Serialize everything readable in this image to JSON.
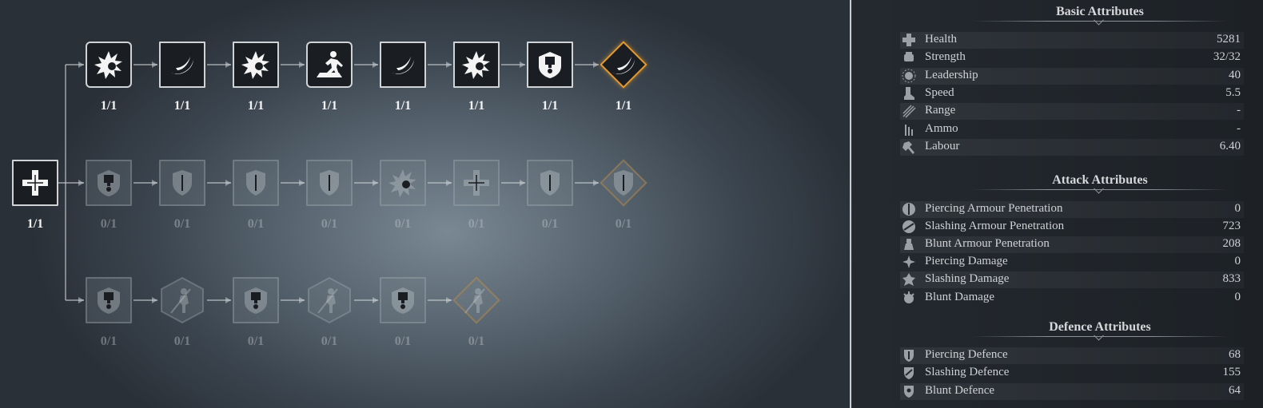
{
  "tree": {
    "root": {
      "count": "1/1",
      "icon": "cross-emblem-icon"
    },
    "rows": [
      {
        "nodes": [
          {
            "shape": "rounded",
            "icon": "spiked-impact-icon",
            "count": "1/1"
          },
          {
            "shape": "square",
            "icon": "slash-arc-icon",
            "count": "1/1"
          },
          {
            "shape": "square",
            "icon": "spiked-impact-icon",
            "count": "1/1"
          },
          {
            "shape": "rounded",
            "icon": "sprinting-figure-icon",
            "count": "1/1"
          },
          {
            "shape": "square",
            "icon": "slash-arc-icon",
            "count": "1/1"
          },
          {
            "shape": "square",
            "icon": "spiked-impact-icon",
            "count": "1/1"
          },
          {
            "shape": "square",
            "icon": "helmeted-soldier-icon",
            "count": "1/1"
          },
          {
            "shape": "diamond",
            "icon": "slash-arc-icon",
            "count": "1/1"
          }
        ]
      },
      {
        "nodes": [
          {
            "shape": "square",
            "icon": "helmeted-soldier-icon",
            "count": "0/1"
          },
          {
            "shape": "square",
            "icon": "shield-icon",
            "count": "0/1"
          },
          {
            "shape": "square",
            "icon": "shield-icon",
            "count": "0/1"
          },
          {
            "shape": "square",
            "icon": "shield-icon",
            "count": "0/1"
          },
          {
            "shape": "square",
            "icon": "spiked-impact-icon",
            "count": "0/1"
          },
          {
            "shape": "square",
            "icon": "cross-emblem-icon",
            "count": "0/1"
          },
          {
            "shape": "square",
            "icon": "shield-icon",
            "count": "0/1"
          },
          {
            "shape": "diamond",
            "icon": "shield-icon",
            "count": "0/1"
          }
        ]
      },
      {
        "nodes": [
          {
            "shape": "square",
            "icon": "helmeted-soldier-icon",
            "count": "0/1"
          },
          {
            "shape": "hexagon",
            "icon": "spearman-icon",
            "count": "0/1"
          },
          {
            "shape": "square",
            "icon": "helmeted-soldier-icon",
            "count": "0/1"
          },
          {
            "shape": "hexagon",
            "icon": "spearman-icon",
            "count": "0/1"
          },
          {
            "shape": "square",
            "icon": "helmeted-soldier-icon",
            "count": "0/1"
          },
          {
            "shape": "diamond",
            "icon": "spearman-icon",
            "count": "0/1"
          }
        ]
      }
    ]
  },
  "attributes": {
    "basic": {
      "title": "Basic Attributes",
      "rows": [
        {
          "icon": "health-cross-icon",
          "label": "Health",
          "value": "5281"
        },
        {
          "icon": "strength-fist-icon",
          "label": "Strength",
          "value": "32/32"
        },
        {
          "icon": "leadership-sun-icon",
          "label": "Leadership",
          "value": "40"
        },
        {
          "icon": "speed-boot-icon",
          "label": "Speed",
          "value": "5.5"
        },
        {
          "icon": "range-arrows-icon",
          "label": "Range",
          "value": "-"
        },
        {
          "icon": "ammo-bars-icon",
          "label": "Ammo",
          "value": "-"
        },
        {
          "icon": "labour-hammer-icon",
          "label": "Labour",
          "value": "6.40"
        }
      ]
    },
    "attack": {
      "title": "Attack Attributes",
      "rows": [
        {
          "icon": "piercing-penetration-icon",
          "label": "Piercing Armour Penetration",
          "value": "0"
        },
        {
          "icon": "slashing-penetration-icon",
          "label": "Slashing Armour Penetration",
          "value": "723"
        },
        {
          "icon": "blunt-penetration-icon",
          "label": "Blunt Armour Penetration",
          "value": "208"
        },
        {
          "icon": "piercing-damage-icon",
          "label": "Piercing Damage",
          "value": "0"
        },
        {
          "icon": "slashing-damage-icon",
          "label": "Slashing Damage",
          "value": "833"
        },
        {
          "icon": "blunt-damage-icon",
          "label": "Blunt Damage",
          "value": "0"
        }
      ]
    },
    "defence": {
      "title": "Defence Attributes",
      "rows": [
        {
          "icon": "piercing-defence-icon",
          "label": "Piercing Defence",
          "value": "68"
        },
        {
          "icon": "slashing-defence-icon",
          "label": "Slashing Defence",
          "value": "155"
        },
        {
          "icon": "blunt-defence-icon",
          "label": "Blunt Defence",
          "value": "64"
        }
      ]
    }
  }
}
